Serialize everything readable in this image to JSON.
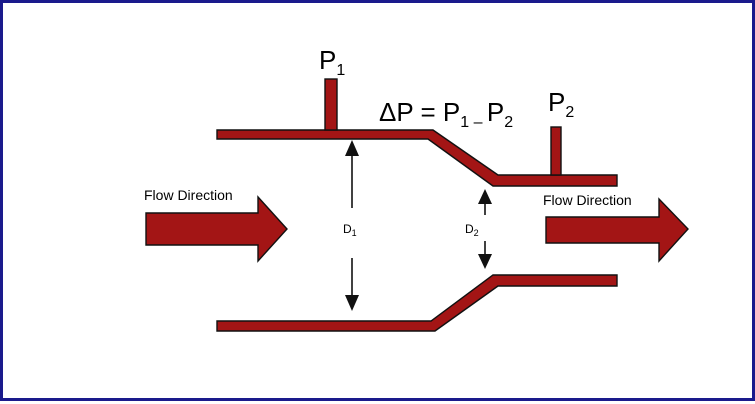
{
  "labels": {
    "p1": {
      "main": "P",
      "sub": "1"
    },
    "p2": {
      "main": "P",
      "sub": "2"
    },
    "delta_p": {
      "prefix": "ΔP = P",
      "sub1": "1 – ",
      "mid": "P",
      "sub2": "2"
    },
    "d1": {
      "main": "D",
      "sub": "1"
    },
    "d2": {
      "main": "D",
      "sub": "2"
    },
    "flow_left": "Flow Direction",
    "flow_right": "Flow Direction"
  },
  "colors": {
    "pipe": "#a31515",
    "outline": "#111111",
    "border": "#1a1a8c"
  }
}
